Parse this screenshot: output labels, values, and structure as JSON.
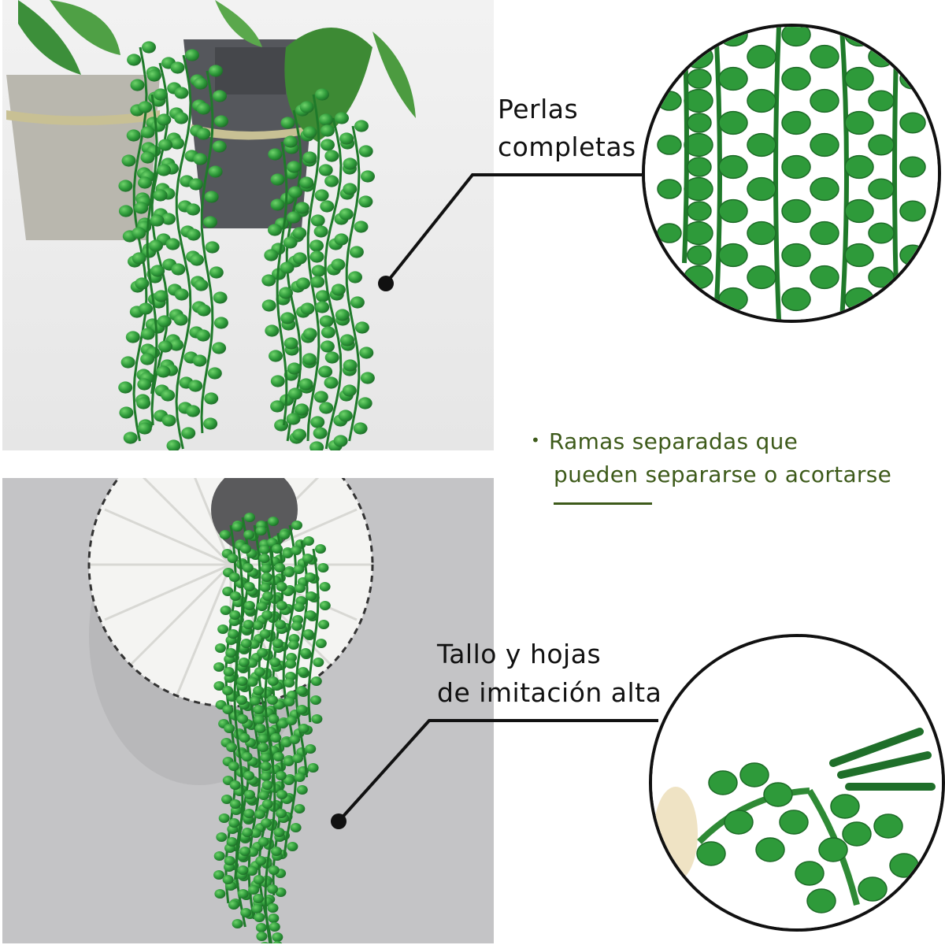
{
  "callouts": {
    "top": {
      "line1": "Perlas",
      "line2": "completas"
    },
    "bottom": {
      "line1": "Tallo y hojas",
      "line2": "de imitación alta"
    }
  },
  "note": {
    "bullet": "•",
    "line1": "Ramas separadas que",
    "line2": "pueden separarse o acortarse"
  },
  "colors": {
    "note_text": "#3d5a1a",
    "plant_green": "#2e9a3a",
    "leader_line": "#111111"
  }
}
